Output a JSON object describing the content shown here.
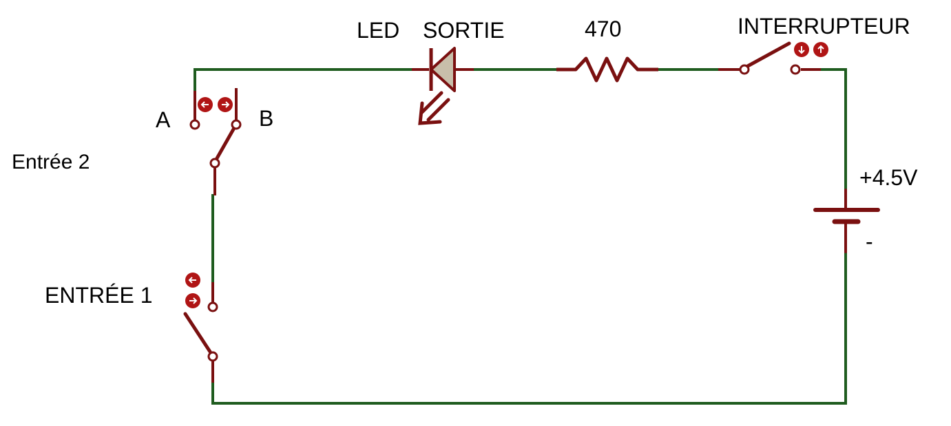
{
  "labels": {
    "led": "LED",
    "sortie": "SORTIE",
    "resistor": "470",
    "interrupteur": "INTERRUPTEUR",
    "contact_a": "A",
    "contact_b": "B",
    "entree2": "Entrée 2",
    "voltage_plus": "+4.5V",
    "voltage_minus": "-",
    "entree1": "ENTRÉE 1"
  },
  "colors": {
    "wire": "#1f5c1f",
    "component": "#7a1010",
    "led_fill": "#c8bfaa",
    "background": "#ffffff"
  }
}
